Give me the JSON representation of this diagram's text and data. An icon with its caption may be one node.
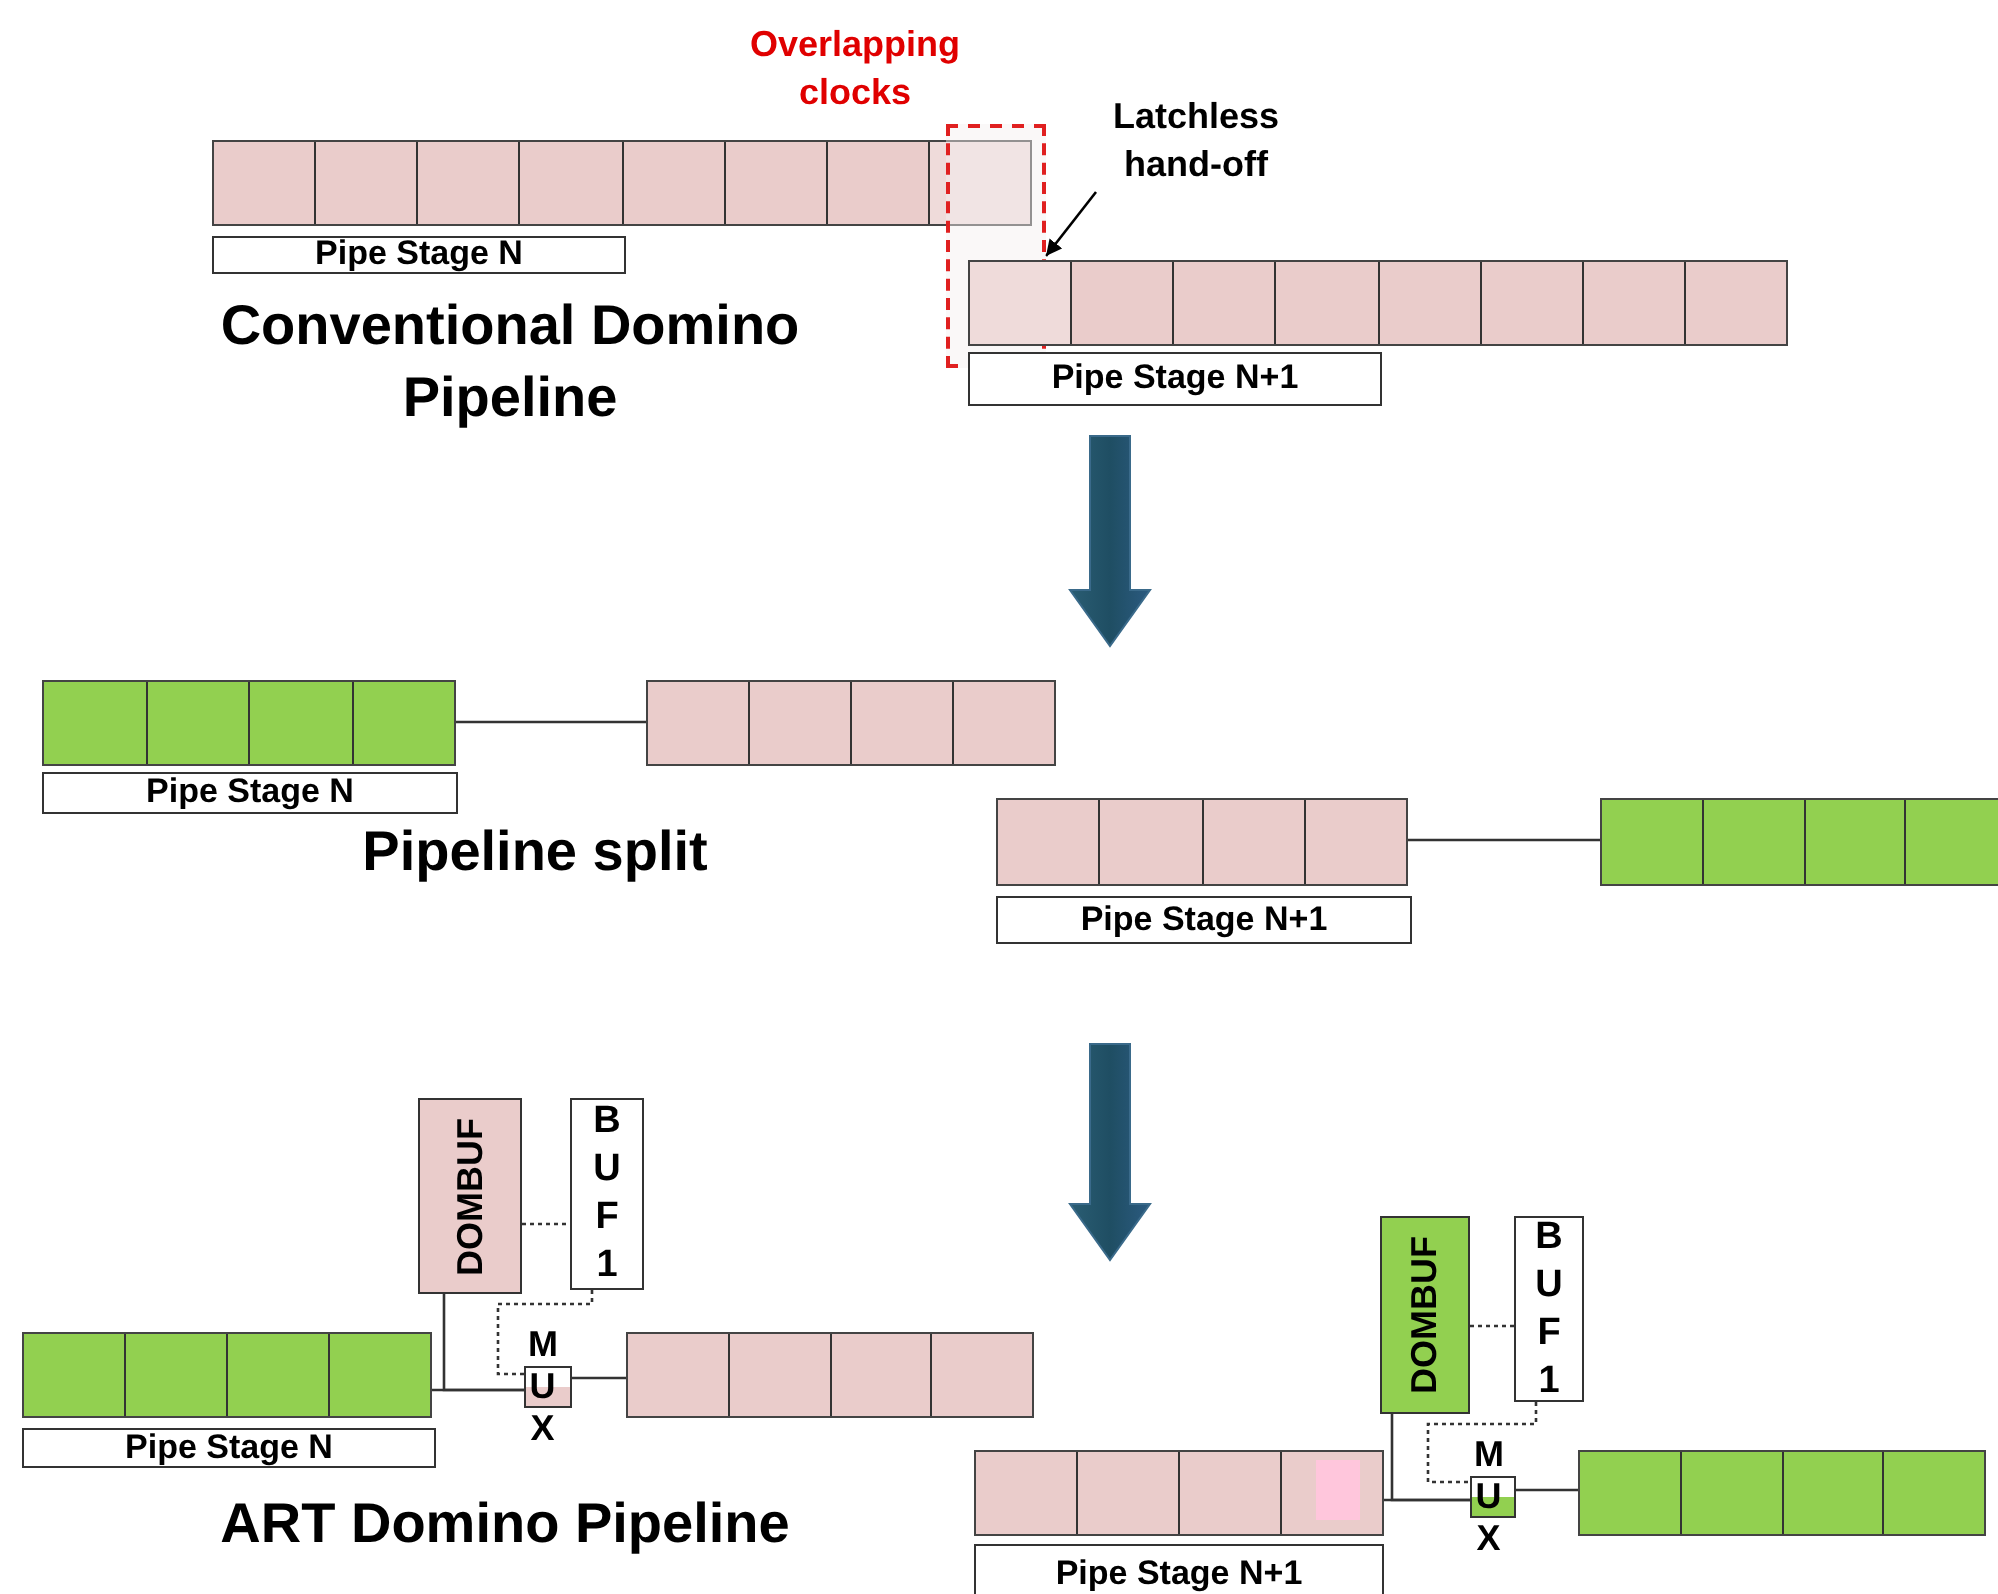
{
  "diagram": {
    "nodes": [
      {
        "text": [],
        "shape": "bar"
      },
      {
        "text": [
          "Overlapping clocks"
        ]
      },
      {
        "text": [
          "Latchless hand-off"
        ]
      },
      {
        "text": [
          "Pipe Stage N"
        ]
      },
      {
        "text": [],
        "shape": "bar"
      },
      {
        "text": [
          "Pipe Stage N+1"
        ]
      },
      {
        "text": [],
        "shape": "bar"
      },
      {
        "text": [],
        "shape": "bar"
      },
      {
        "text": [
          "Pipe Stage N"
        ]
      },
      {
        "text": [],
        "shape": "bar"
      },
      {
        "text": [],
        "shape": "bar"
      },
      {
        "text": [
          "Pipe Stage N+1"
        ]
      },
      {
        "text": [
          "DOMBUF"
        ]
      },
      {
        "text": [
          "BUF1"
        ]
      },
      {
        "text": [],
        "shape": "bar"
      },
      {
        "text": [
          "MUX"
        ]
      },
      {
        "text": [],
        "shape": "bar"
      },
      {
        "text": [
          "Pipe Stage N"
        ]
      },
      {
        "text": [
          "DOMBUF"
        ]
      },
      {
        "text": [
          "BUF1"
        ]
      },
      {
        "text": [],
        "shape": "bar"
      },
      {
        "text": [
          "MUX"
        ]
      },
      {
        "text": [],
        "shape": "bar"
      },
      {
        "text": [
          "Pipe Stage N+1"
        ]
      }
    ],
    "edges": [
      {
        "from": 2,
        "to": 1,
        "arrow": "to"
      },
      {
        "from": 6,
        "to": 7,
        "arrow": "none"
      },
      {
        "from": 9,
        "to": 10,
        "arrow": "none"
      },
      {
        "from": 14,
        "to": 15,
        "arrow": "none"
      },
      {
        "from": 12,
        "to": 15,
        "arrow": "none"
      },
      {
        "from": 15,
        "to": 16,
        "arrow": "none"
      },
      {
        "from": 12,
        "to": 13,
        "arrow": "none",
        "style": "dashed"
      },
      {
        "from": 13,
        "to": 15,
        "arrow": "none",
        "style": "dashed"
      },
      {
        "from": 20,
        "to": 21,
        "arrow": "none"
      },
      {
        "from": 18,
        "to": 21,
        "arrow": "none"
      },
      {
        "from": 21,
        "to": 22,
        "arrow": "none"
      },
      {
        "from": 18,
        "to": 19,
        "arrow": "none",
        "style": "dashed"
      },
      {
        "from": 19,
        "to": 21,
        "arrow": "none",
        "style": "dashed"
      }
    ],
    "labels": [
      "Conventional Domino Pipeline",
      "Pipeline split",
      "ART Domino Pipeline"
    ]
  }
}
